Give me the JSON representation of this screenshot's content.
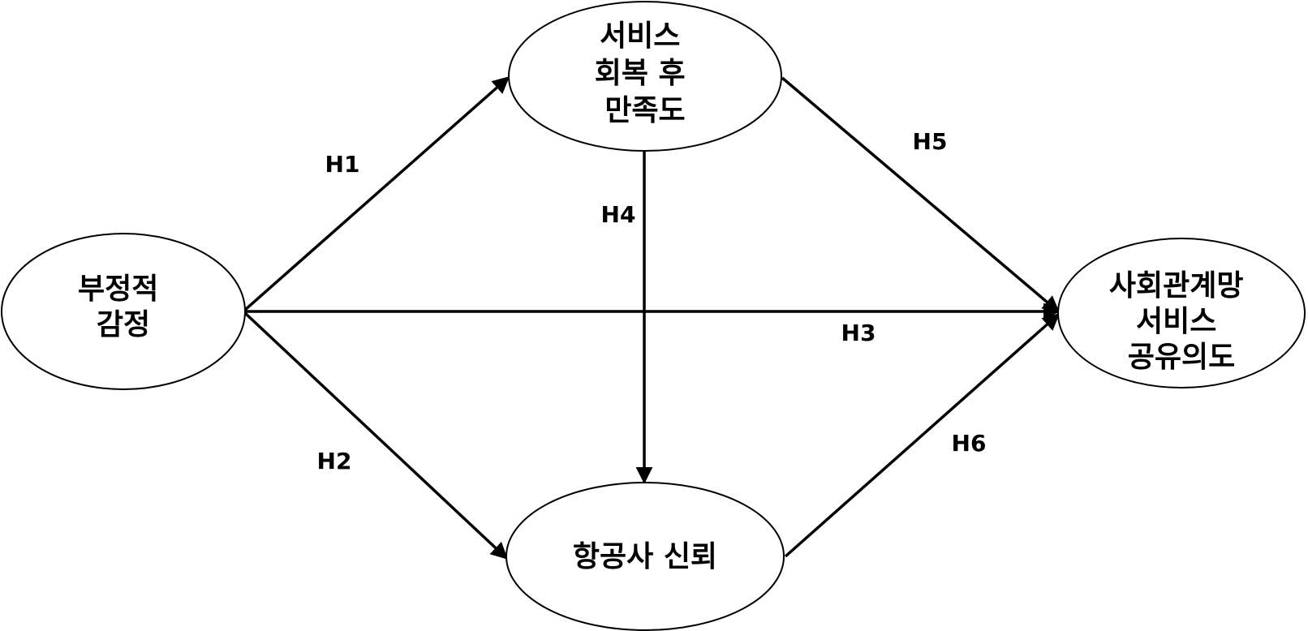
{
  "nodes": {
    "negative_emotion": {
      "lines": [
        "부정적",
        "감정"
      ]
    },
    "post_recovery_satisfaction": {
      "lines": [
        "서비스",
        "회복 후",
        "만족도"
      ]
    },
    "airline_trust": {
      "lines": [
        "항공사 신뢰"
      ]
    },
    "sns_sharing_intention": {
      "lines": [
        "사회관계망",
        "서비스",
        "공유의도"
      ]
    }
  },
  "edges": {
    "h1": {
      "label": "H1"
    },
    "h2": {
      "label": "H2"
    },
    "h3": {
      "label": "H3"
    },
    "h4": {
      "label": "H4"
    },
    "h5": {
      "label": "H5"
    },
    "h6": {
      "label": "H6"
    }
  },
  "colors": {
    "line": "#000000",
    "background": "#ffffff"
  }
}
